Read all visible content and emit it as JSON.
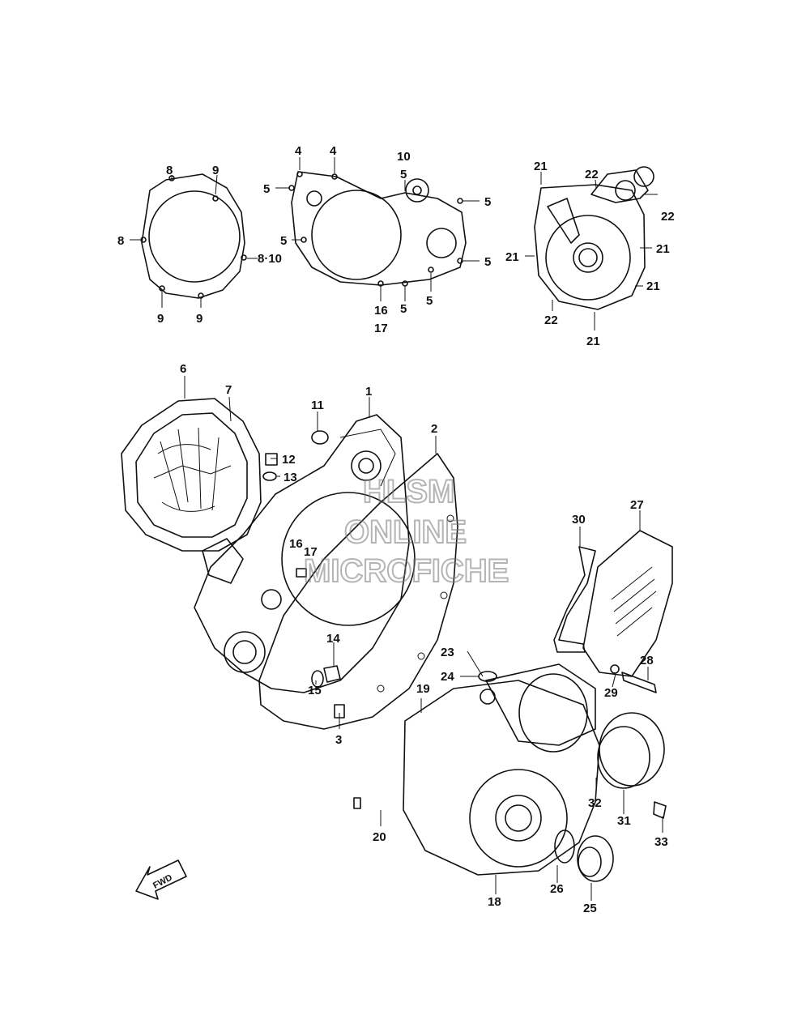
{
  "watermark": {
    "line1": "HLSM",
    "line2": "ONLINE",
    "line3": "MICROFICHE"
  },
  "fwd_label": "FWD",
  "callouts": [
    {
      "id": "c1",
      "text": "8"
    },
    {
      "id": "c2",
      "text": "9"
    },
    {
      "id": "c3",
      "text": "8"
    },
    {
      "id": "c4",
      "text": "8·10"
    },
    {
      "id": "c5",
      "text": "9"
    },
    {
      "id": "c6",
      "text": "9"
    },
    {
      "id": "c7",
      "text": "4"
    },
    {
      "id": "c8",
      "text": "4"
    },
    {
      "id": "c9",
      "text": "10"
    },
    {
      "id": "c10",
      "text": "5"
    },
    {
      "id": "c11",
      "text": "5"
    },
    {
      "id": "c12",
      "text": "5"
    },
    {
      "id": "c13",
      "text": "5"
    },
    {
      "id": "c14",
      "text": "5"
    },
    {
      "id": "c15",
      "text": "16"
    },
    {
      "id": "c16",
      "text": "17"
    },
    {
      "id": "c17",
      "text": "5"
    },
    {
      "id": "c18",
      "text": "5"
    },
    {
      "id": "c19",
      "text": "22"
    },
    {
      "id": "c20",
      "text": "21"
    },
    {
      "id": "c21",
      "text": "22"
    },
    {
      "id": "c22",
      "text": "21"
    },
    {
      "id": "c23",
      "text": "21"
    },
    {
      "id": "c24",
      "text": "21"
    },
    {
      "id": "c25",
      "text": "22"
    },
    {
      "id": "c26",
      "text": "21"
    },
    {
      "id": "c27",
      "text": "6"
    },
    {
      "id": "c28",
      "text": "7"
    },
    {
      "id": "c29",
      "text": "11"
    },
    {
      "id": "c30",
      "text": "1"
    },
    {
      "id": "c31",
      "text": "2"
    },
    {
      "id": "c32",
      "text": "12"
    },
    {
      "id": "c33",
      "text": "13"
    },
    {
      "id": "c34",
      "text": "16"
    },
    {
      "id": "c35",
      "text": "17"
    },
    {
      "id": "c36",
      "text": "14"
    },
    {
      "id": "c37",
      "text": "15"
    },
    {
      "id": "c38",
      "text": "3"
    },
    {
      "id": "c39",
      "text": "30"
    },
    {
      "id": "c40",
      "text": "27"
    },
    {
      "id": "c41",
      "text": "28"
    },
    {
      "id": "c42",
      "text": "29"
    },
    {
      "id": "c43",
      "text": "23"
    },
    {
      "id": "c44",
      "text": "24"
    },
    {
      "id": "c45",
      "text": "19"
    },
    {
      "id": "c46",
      "text": "32"
    },
    {
      "id": "c47",
      "text": "31"
    },
    {
      "id": "c48",
      "text": "33"
    },
    {
      "id": "c49",
      "text": "20"
    },
    {
      "id": "c50",
      "text": "26"
    },
    {
      "id": "c51",
      "text": "18"
    },
    {
      "id": "c52",
      "text": "25"
    }
  ]
}
